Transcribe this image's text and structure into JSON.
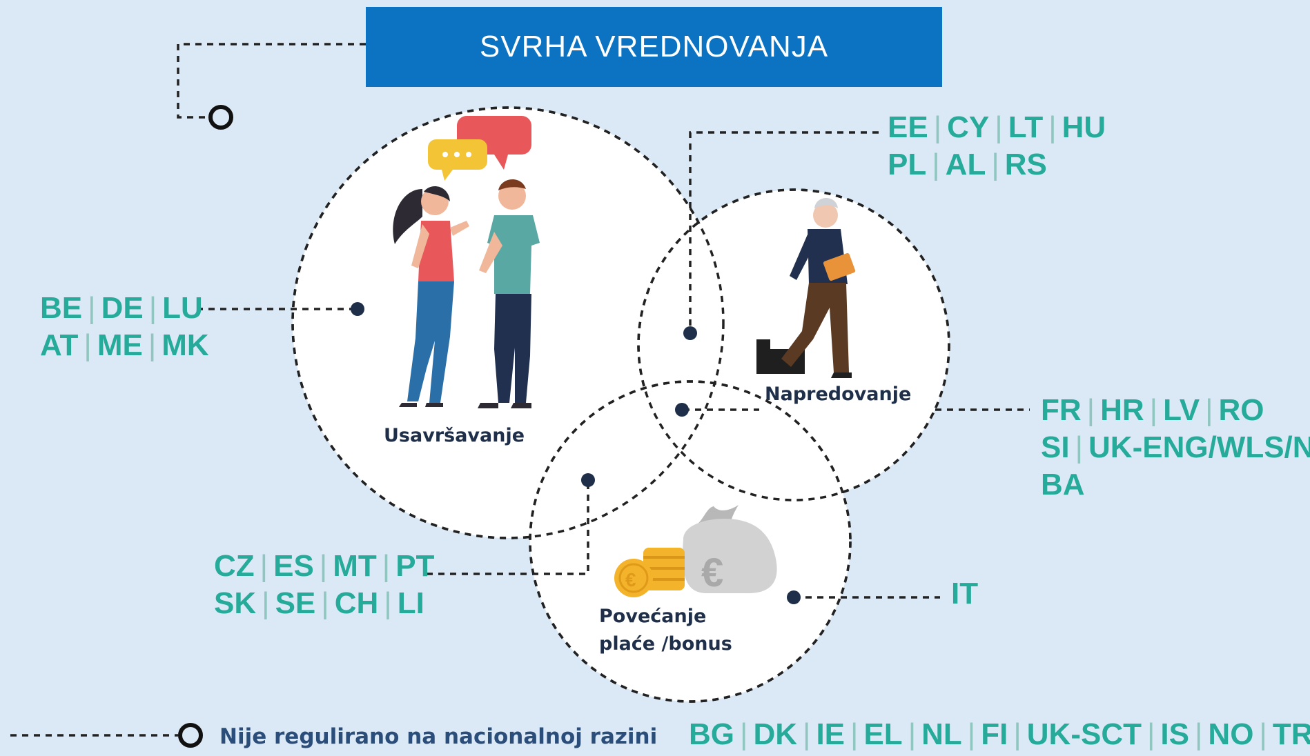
{
  "title": "SVRHA VREDNOVANJA",
  "circles": {
    "training": "Usavršavanje",
    "promotion": "Napredovanje",
    "salary_line1": "Povećanje",
    "salary_line2": "plaće /bonus"
  },
  "groups": {
    "training_only": [
      [
        "BE",
        "DE",
        "LU"
      ],
      [
        "AT",
        "ME",
        "MK"
      ]
    ],
    "training_promotion": [
      [
        "EE",
        "CY",
        "LT",
        "HU"
      ],
      [
        "PL",
        "AL",
        "RS"
      ]
    ],
    "all_three": [
      [
        "FR",
        "HR",
        "LV",
        "RO"
      ],
      [
        "SI",
        "UK-ENG/WLS/NIR"
      ],
      [
        "BA"
      ]
    ],
    "training_salary": [
      [
        "CZ",
        "ES",
        "MT",
        "PT"
      ],
      [
        "SK",
        "SE",
        "CH",
        "LI"
      ]
    ],
    "salary_only": [
      [
        "IT"
      ]
    ],
    "not_regulated": [
      [
        "BG",
        "DK",
        "IE",
        "EL",
        "NL",
        "FI",
        "UK-SCT",
        "IS",
        "NO",
        "TR"
      ]
    ]
  },
  "legend": "Nije regulirano na nacionalnoj razini",
  "colors": {
    "background": "#dbe9f6",
    "title_bg": "#0b73c2",
    "country_codes": "#26ab9a",
    "labels": "#1f2f4a",
    "legend_text": "#2a4d7a"
  },
  "icons": {
    "training": "two-people-talking-icon",
    "promotion": "person-climbing-stairs-icon",
    "salary": "coins-money-bag-icon"
  }
}
